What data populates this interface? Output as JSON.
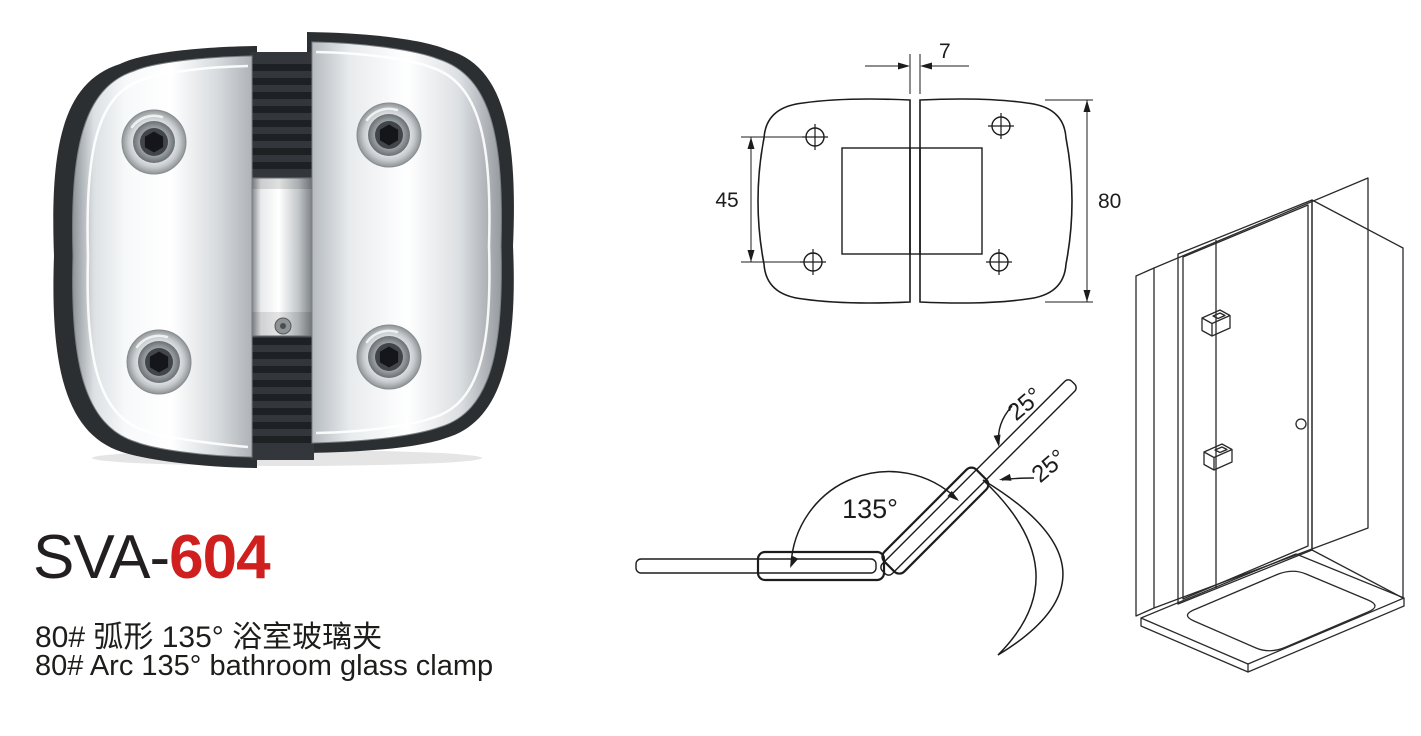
{
  "product": {
    "code_prefix": "SVA-",
    "code_number": "604",
    "name_zh": "80# 弧形 135° 浴室玻璃夹",
    "name_en": "80# Arc 135° bathroom glass clamp"
  },
  "drawings": {
    "top_view": {
      "dim_glass_gap": "7",
      "dim_hole_spacing": "45",
      "dim_overall_height": "80"
    },
    "angle_view": {
      "main_angle": "135°",
      "swing_upper": "25°",
      "swing_lower": "25°"
    }
  },
  "colors": {
    "accent_red": "#d01f1f",
    "text_black": "#231f20",
    "line_color": "#1c1c1c"
  }
}
